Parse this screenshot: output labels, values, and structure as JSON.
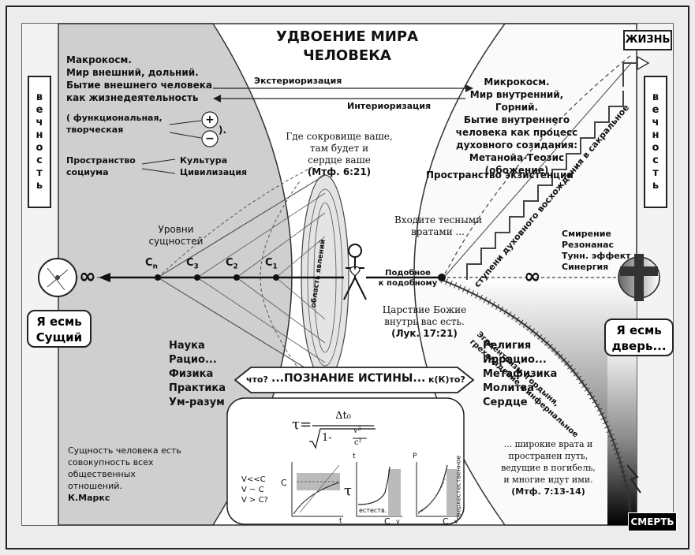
{
  "title": {
    "line1": "УДВОЕНИЕ МИРА",
    "line2": "ЧЕЛОВЕКА"
  },
  "left_sidebar": {
    "word": "вечность",
    "letters": [
      "в",
      "е",
      "ч",
      "н",
      "о",
      "с",
      "т",
      "ь"
    ]
  },
  "right_sidebar": {
    "word": "вечность",
    "letters": [
      "в",
      "е",
      "ч",
      "н",
      "о",
      "с",
      "т",
      "ь"
    ]
  },
  "top_right_label": "ЖИЗНЬ",
  "bottom_right_label": "СМЕРТЬ",
  "left_box": {
    "line1": "Я есмь",
    "line2": "Сущий"
  },
  "right_box": {
    "line1": "Я есмь",
    "line2": "дверь..."
  },
  "macrocosm": [
    "Макрокосм.",
    "Мир внешний, дольний.",
    "Бытие внешнего человека",
    "как жизнедеятельность"
  ],
  "functional": [
    "( функциональная,",
    "творческая"
  ],
  "plus": "+",
  "minus": "−",
  "closing_paren": ").",
  "space_society": [
    "Пространство",
    "социума"
  ],
  "culture_civ": [
    "Культура",
    "Цивилизация"
  ],
  "exteriorization": "Экстериоризация",
  "interiorization": "Интериоризация",
  "microcosm": [
    "Микрокосм.",
    "Мир внутренний,",
    "Горний.",
    "Бытие внутреннего",
    "человека как процесс",
    "духовного созидания:",
    "Метанойа-Теозис",
    "(обожение)"
  ],
  "space_existence": "Пространство экзистенции",
  "treasure_quote": [
    "Где сокровище ваше,",
    "там будет и",
    "сердце ваше",
    "(Мтф. 6:21)"
  ],
  "narrow_gate": [
    "Входите тесными",
    "вратами ..."
  ],
  "levels": [
    "Уровни",
    "сущностей"
  ],
  "nodes": [
    "C",
    "C",
    "C",
    "C"
  ],
  "node_subs": [
    "n",
    "3",
    "2",
    "1"
  ],
  "phenomena_area": "область явлений",
  "infinity": "∞",
  "like_to_like": [
    "Подобное",
    "к подобному"
  ],
  "stairs_label": "ступени духовного восхождения в сакральное",
  "humility": [
    "Смирение",
    "Резонанас",
    "Тунн. эффект",
    "Синергия"
  ],
  "kingdom_quote": [
    "Царствие Божие",
    "внутрь вас есть.",
    "(Лук. 17:21)"
  ],
  "egocentrism": [
    "Эгоцентризм, Гордыня,",
    "грехопадение в инфернальное"
  ],
  "science": [
    "Наука",
    "Рацио...",
    "Физика",
    "Практика",
    "Ум-разум"
  ],
  "religion": [
    "Религия",
    "Иррацио...",
    "Метафизика",
    "Молитва",
    "Сердце"
  ],
  "banner": {
    "left": "что?",
    "main": "...ПОЗНАНИЕ ИСТИНЫ...",
    "right": "к(К)то?"
  },
  "marx": [
    "Сущность человека есть",
    "совокупность всех",
    "общественных",
    "отношений.",
    "К.Маркс"
  ],
  "wide_gate": [
    "... широкие врата и",
    "пространен путь,",
    "ведущие в погибель,",
    "и многие идут ими.",
    "(Мтф. 7:13-14)"
  ],
  "formula": {
    "lhs": "τ=",
    "num": "Δt₀",
    "sqrt_one": "1-",
    "v2": "v²",
    "c2": "c²"
  },
  "conditions": [
    "V<<C",
    "V ~ C",
    "V > C?"
  ],
  "graph1": {
    "ylabel": "C",
    "xlabel": "t"
  },
  "graph2": {
    "ytop": "t",
    "ylabel": "τ",
    "xlabel_c": "C",
    "xlabel_v": "v",
    "region": "естеств."
  },
  "graph3": {
    "ytop": "P",
    "xlabel_c": "C",
    "xlabel_v": "v",
    "region": "сверхестественное"
  },
  "colors": {
    "left_region": "#cfcfcf",
    "right_region": "#ffffff",
    "frame": "#222222",
    "background": "#ececec"
  }
}
